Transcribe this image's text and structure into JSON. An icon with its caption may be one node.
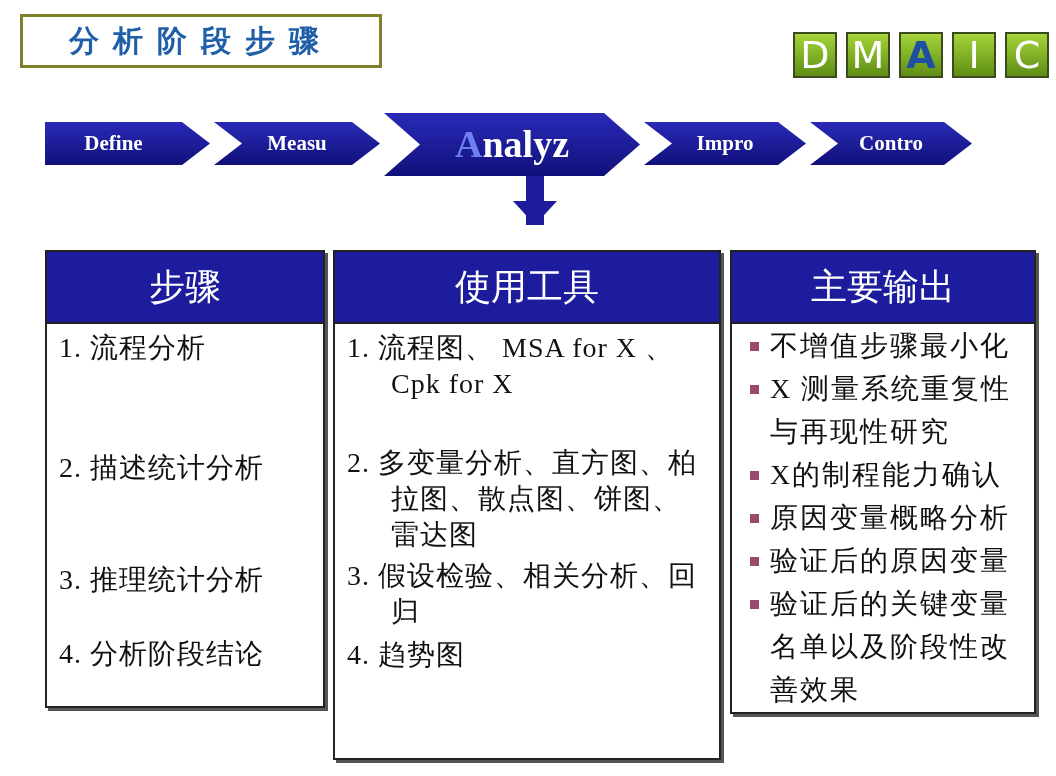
{
  "diagram": {
    "title": "分析阶段步骤",
    "nodes": [
      {
        "text": [
          "D"
        ]
      },
      {
        "text": [
          "M"
        ]
      },
      {
        "text": [
          "A"
        ]
      },
      {
        "text": [
          "I"
        ]
      },
      {
        "text": [
          "C"
        ]
      },
      {
        "text": [
          "Define"
        ]
      },
      {
        "text": [
          "Measu"
        ]
      },
      {
        "text": [
          "Analyz"
        ]
      },
      {
        "text": [
          "Impro"
        ]
      },
      {
        "text": [
          "Contro"
        ]
      },
      {
        "text": [
          "步骤",
          "1. 流程分析",
          "2. 描述统计分析",
          "3. 推理统计分析",
          "4. 分析阶段结论"
        ]
      },
      {
        "text": [
          "使用工具",
          "1. 流程图、 MSA for X 、 Cpk for X",
          "2. 多变量分析、直方图、柏拉图、散点图、饼图、雷达图",
          "3. 假设检验、相关分析、回归",
          "4. 趋势图"
        ]
      },
      {
        "text": [
          "主要输出",
          "不增值步骤最小化",
          "X 测量系统重复性与再现性研究",
          "X的制程能力确认",
          "原因变量概略分析",
          "验证后的原因变量",
          "验证后的关键变量名单以及阶段性改善效果"
        ]
      }
    ],
    "edges": [
      {
        "from": 7,
        "to": 11,
        "arrow": "to"
      }
    ]
  }
}
